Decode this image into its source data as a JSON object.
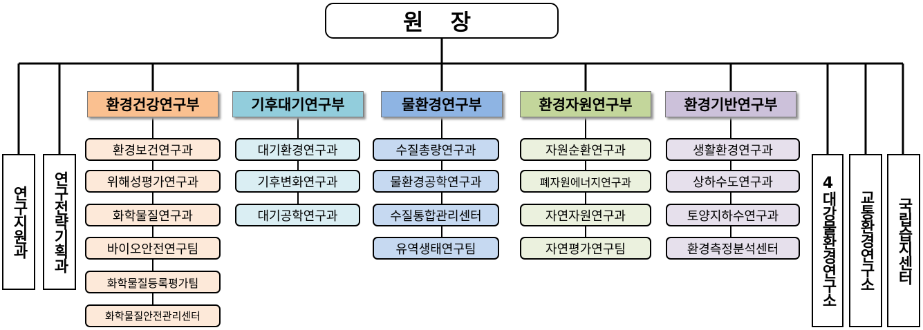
{
  "head": "원 장",
  "side_left": [
    "연구지원과",
    "연구전략기획과"
  ],
  "side_right": [
    "4대강물환경연구소",
    "교통환경연구소",
    "국립습지센터"
  ],
  "departments": [
    {
      "name": "환경건강연구부",
      "color": "#FAC090",
      "team_color": "#FDE9D9",
      "teams": [
        "환경보건연구과",
        "위해성평가연구과",
        "화학물질연구과",
        "바이오안전연구팀",
        "화학물질등록평가팀",
        "화학물질안전관리센터"
      ]
    },
    {
      "name": "기후대기연구부",
      "color": "#92CDDC",
      "team_color": "#DAEEF3",
      "teams": [
        "대기환경연구과",
        "기후변화연구과",
        "대기공학연구과"
      ]
    },
    {
      "name": "물환경연구부",
      "color": "#8EB4E3",
      "team_color": "#C6D9F1",
      "teams": [
        "수질총량연구과",
        "물환경공학연구과",
        "수질통합관리센터",
        "유역생태연구팀"
      ]
    },
    {
      "name": "환경자원연구부",
      "color": "#C3D69B",
      "team_color": "#EBF1DE",
      "teams": [
        "자원순환연구과",
        "폐자원에너지연구과",
        "자연자원연구과",
        "자연평가연구팀"
      ]
    },
    {
      "name": "환경기반연구부",
      "color": "#CCC1DA",
      "team_color": "#E6E0EC",
      "teams": [
        "생활환경연구과",
        "상하수도연구과",
        "토양지하수연구과",
        "환경측정분석센터"
      ]
    }
  ]
}
